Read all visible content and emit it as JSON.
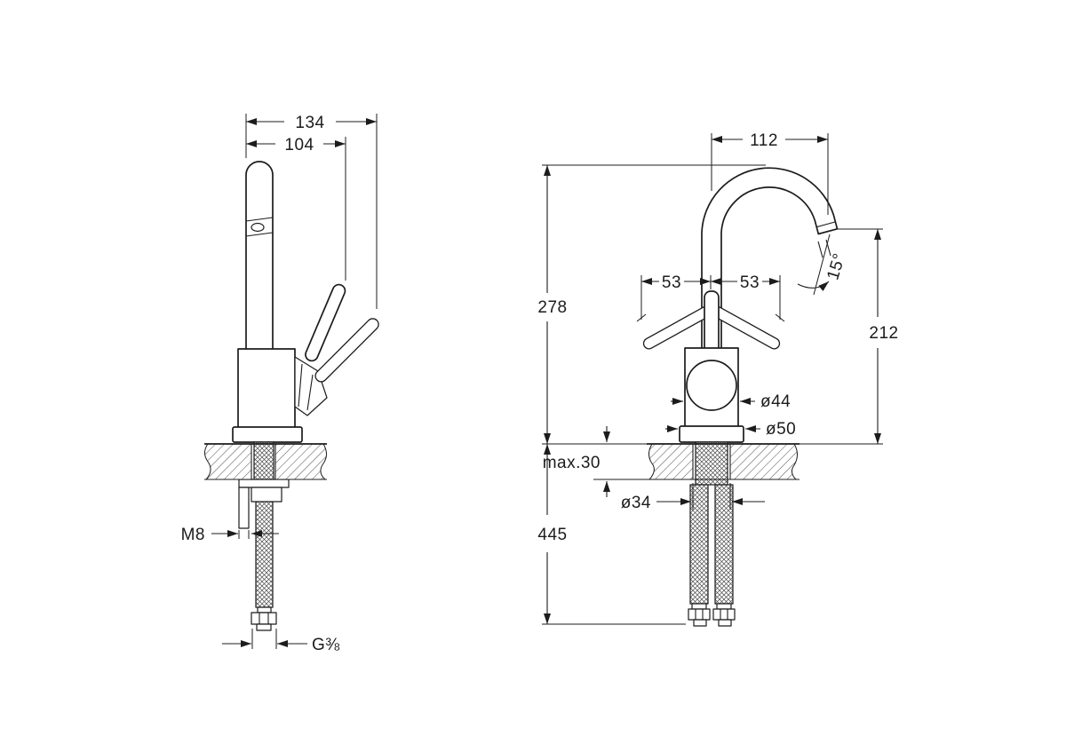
{
  "drawing": {
    "type": "technical-dimension-drawing",
    "subject": "single-lever basin mixer faucet, side view and front view",
    "ink_color": "#1c1c1c",
    "paper_color": "#ffffff",
    "side_view": {
      "dim_overall_width": "134",
      "dim_spout_offset": "104",
      "label_stud_thread": "M8",
      "label_hose_thread": "G⅜"
    },
    "front_view": {
      "dim_spout_reach": "112",
      "dim_handle_swing_left": "53",
      "dim_handle_swing_right": "53",
      "dim_spout_height": "278",
      "dim_outlet_height": "212",
      "dim_outlet_angle": "15°",
      "dim_body_diameter": "ø44",
      "dim_base_diameter": "ø50",
      "dim_counter_thickness": "max.30",
      "dim_hole_diameter": "ø34",
      "dim_hose_length": "445"
    }
  }
}
